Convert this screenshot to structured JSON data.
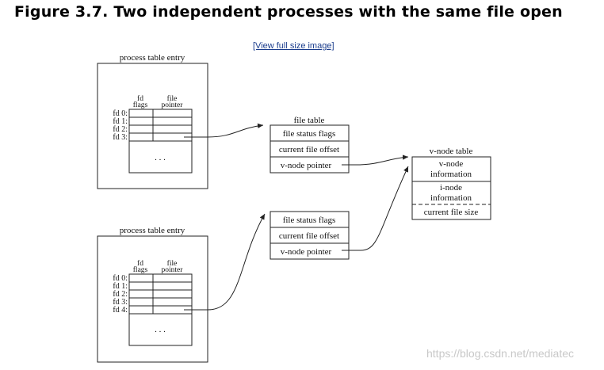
{
  "figure_title": "Figure 3.7. Two independent processes with the same file open",
  "view_full_link": "[View full size image]",
  "process_entry_label": "process table entry",
  "fd_header": {
    "fd": "fd",
    "flags": "flags",
    "file": "file",
    "pointer": "pointer"
  },
  "process1": {
    "fd_rows": [
      "fd 0:",
      "fd 1:",
      "fd 2:",
      "fd 3:"
    ]
  },
  "process2": {
    "fd_rows": [
      "fd 0:",
      "fd 1:",
      "fd 2:",
      "fd 3:",
      "fd 4:"
    ]
  },
  "ellipsis": ". . .",
  "file_table_label": "file table",
  "file_table_rows": [
    "file status flags",
    "current file offset",
    "v-node pointer"
  ],
  "vnode_table_label": "v-node table",
  "vnode": {
    "vnode_info": [
      "v-node",
      "information"
    ],
    "inode_info": [
      "i-node",
      "information"
    ],
    "file_size": "current file size"
  },
  "watermark": "https://blog.csdn.net/mediatec"
}
